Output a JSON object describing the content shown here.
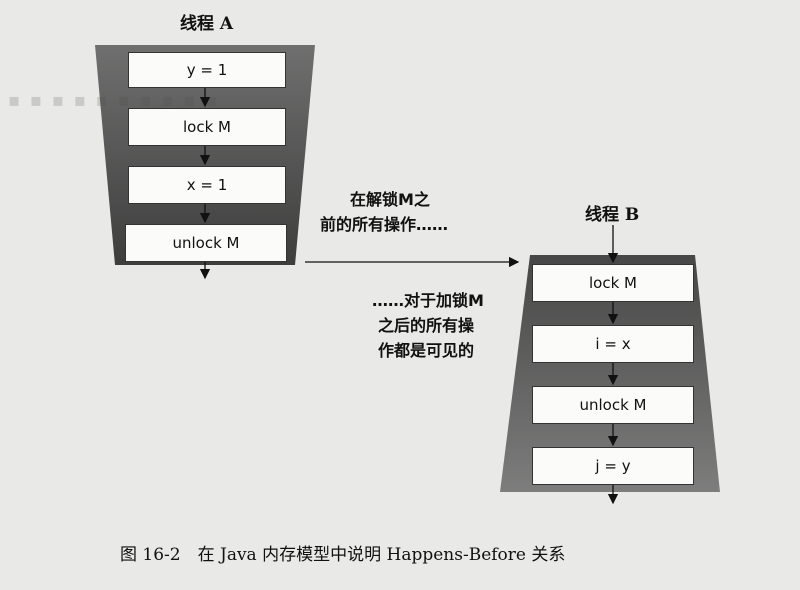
{
  "thread_a": {
    "title": "线程 A",
    "steps": [
      "y = 1",
      "lock M",
      "x = 1",
      "unlock M"
    ]
  },
  "thread_b": {
    "title": "线程 B",
    "steps": [
      "lock M",
      "i = x",
      "unlock M",
      "j = y"
    ]
  },
  "notes": {
    "before_unlock": [
      "在解锁M之",
      "前的所有操作……"
    ],
    "after_lock": [
      "……对于加锁M",
      "之后的所有操",
      "作都是可见的"
    ]
  },
  "caption": "图 16-2　在 Java 内存模型中说明 Happens-Before 关系"
}
